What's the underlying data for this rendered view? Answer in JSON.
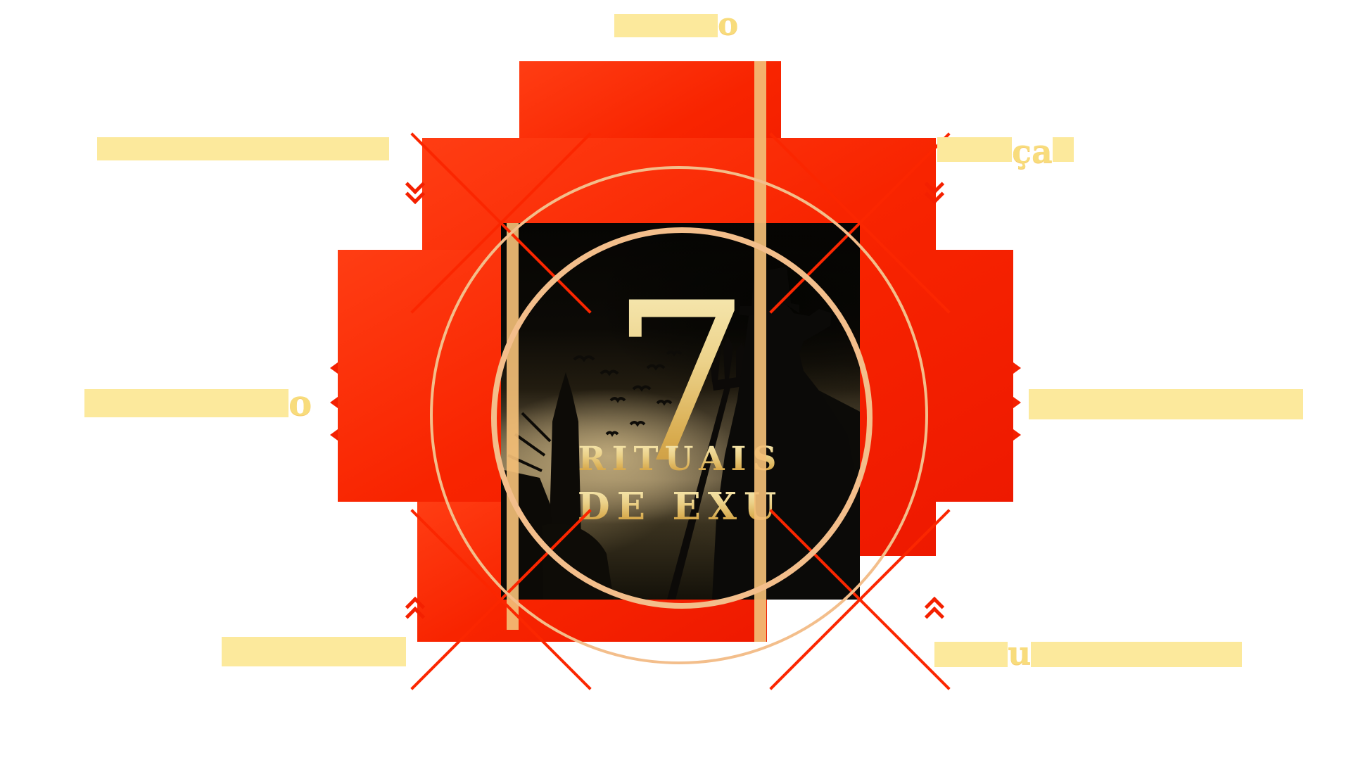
{
  "poster": {
    "center_number": "7",
    "title_line1": "RITUAIS",
    "title_line2": "DE EXU"
  },
  "labels": {
    "top": {
      "visible_fragment": "o",
      "masked": true
    },
    "upper_left": {
      "visible_fragment": "",
      "masked": true
    },
    "upper_right": {
      "visible_fragment": "ça",
      "masked": true
    },
    "mid_left": {
      "visible_fragment": "o",
      "masked": true
    },
    "mid_right": {
      "visible_fragment": "",
      "masked": true
    },
    "bottom_left": {
      "visible_fragment": "",
      "masked": true
    },
    "bottom_right": {
      "visible_fragment": "u",
      "masked": true
    }
  },
  "colors": {
    "background": "#FFFFFF",
    "cross_red": "#F82400",
    "diagonal_red": "#FB2600",
    "circle_gold": "#F3BE8B",
    "bar_gold": "#F2BE76",
    "label_yellow": "#FCE99C",
    "fragment_yellow": "#F8DC7C",
    "title_gold": "#E7C36A",
    "photo_dark": "#0B0A07"
  },
  "decorations": {
    "silhouettes": "man with top hat and trident, cemetery spire, flying birds",
    "shapes": "stepped red cross, two gold circles, two vertical gold bars, corner X diagonals with chevron arrows, triple edge arrows left and right"
  }
}
